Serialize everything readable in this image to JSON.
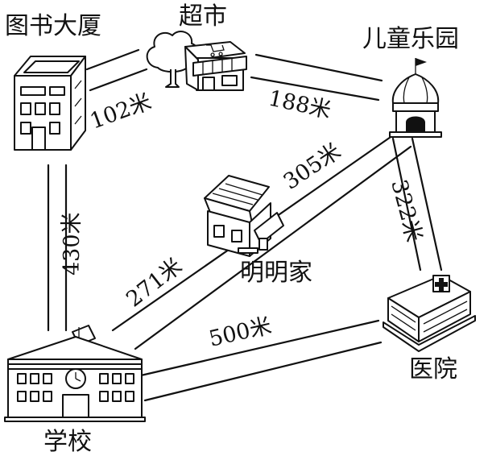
{
  "places": {
    "library": "图书大厦",
    "supermarket": "超市",
    "park": "儿童乐园",
    "home": "明明家",
    "hospital": "医院",
    "school": "学校"
  },
  "distances": {
    "library_supermarket": "102米",
    "supermarket_park": "188米",
    "home_park": "305米",
    "park_hospital": "322米",
    "library_school": "430米",
    "school_home": "271米",
    "school_hospital": "500米"
  }
}
